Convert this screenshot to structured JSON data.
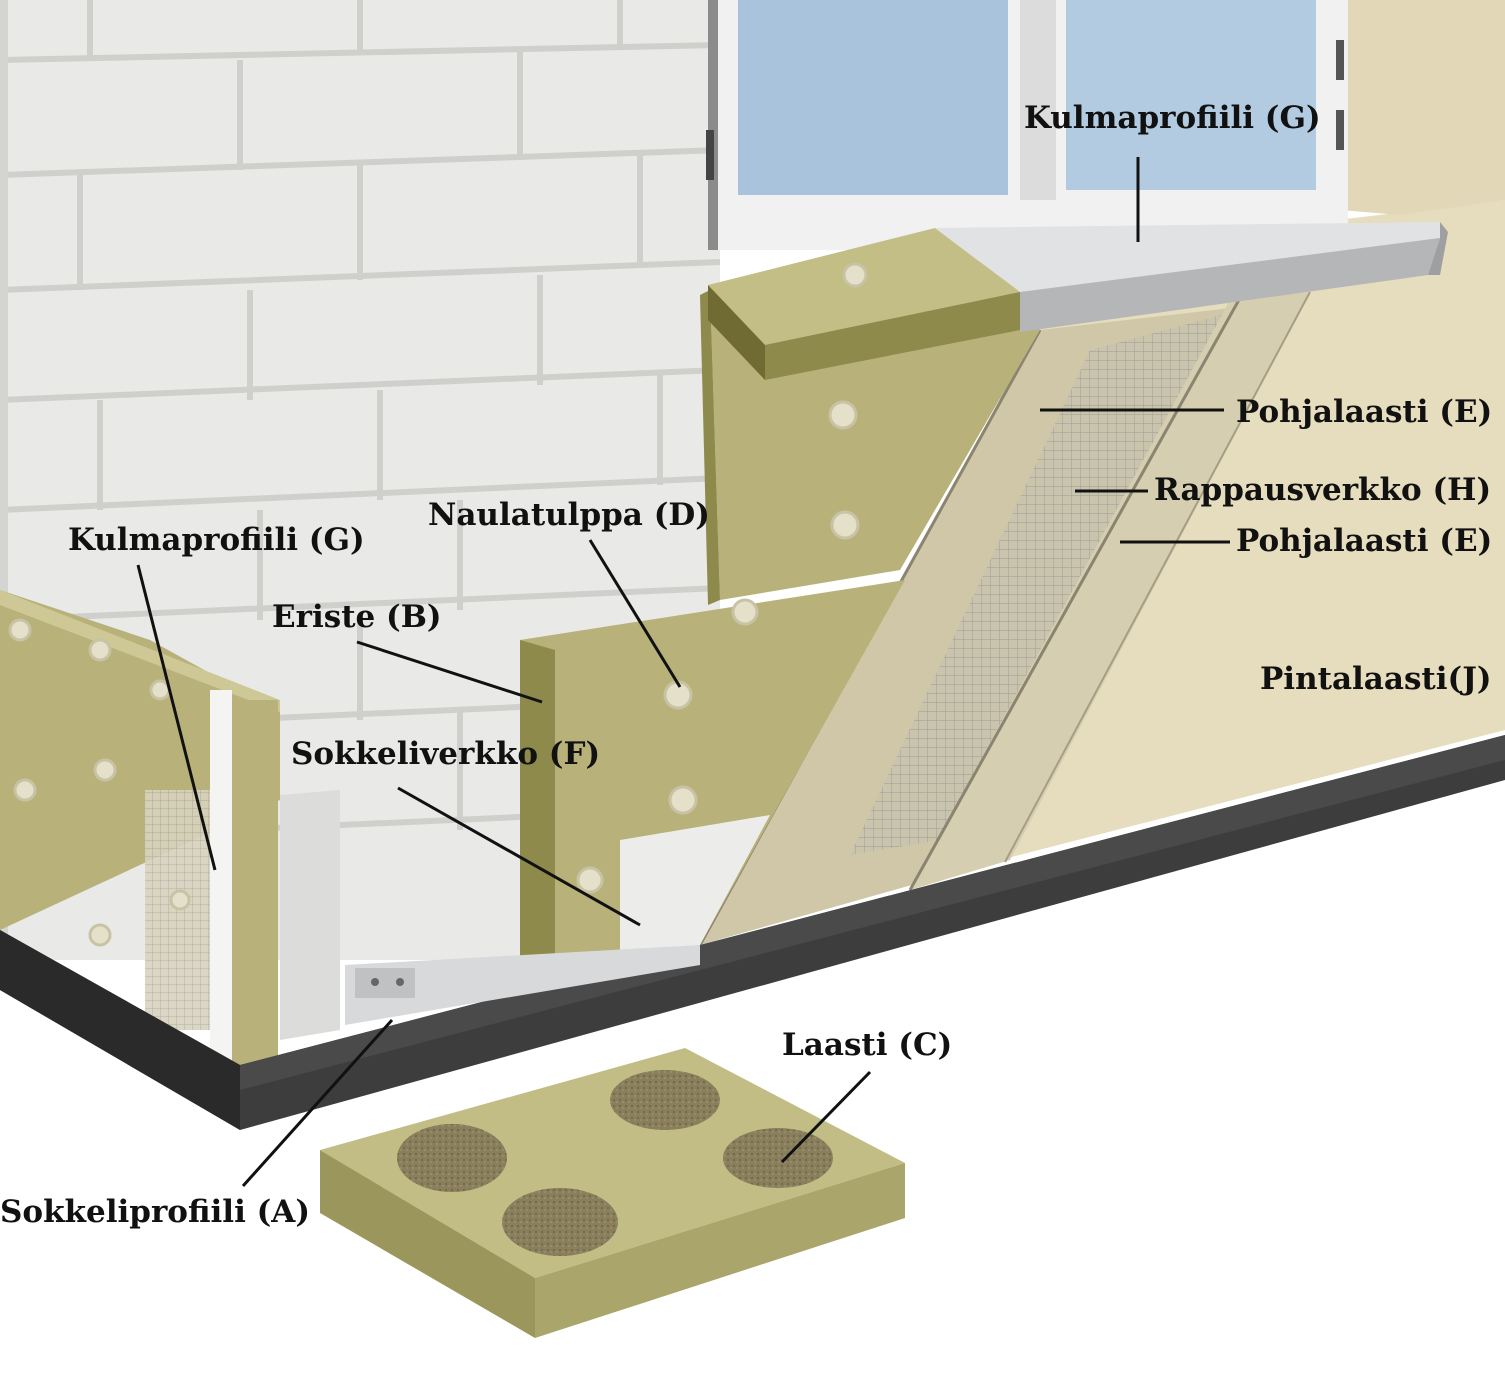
{
  "labels": {
    "kulmaprofiili_top": "Kulmaprofiili (G)",
    "pohjalaasti_1": "Pohjalaasti (E)",
    "rappausverkko": "Rappausverkko (H)",
    "pohjalaasti_2": "Pohjalaasti (E)",
    "pintalaasti": "Pintalaasti(J)",
    "naulatulppa": "Naulatulppa (D)",
    "kulmaprofiili_left": "Kulmaprofiili (G)",
    "eriste": "Eriste (B)",
    "sokkeliverkko": "Sokkeliverkko (F)",
    "laasti": "Laasti (C)",
    "sokkeliprofiili": "Sokkeliprofiili (A)"
  },
  "colors": {
    "block_wall": "#e9e9e7",
    "block_joint": "#cfcfcc",
    "insulation": "#b8b27a",
    "insulation_side": "#8e8a4c",
    "insulation_dark": "#6f6b33",
    "base_mortar": "#cfc7a8",
    "mesh": "#b8b8b8",
    "finish_render": "#e6dcbe",
    "plinth": "#3d3d3d",
    "sill": "#c5c7c9",
    "glass": "#a9c3dc",
    "leader": "#111111"
  }
}
